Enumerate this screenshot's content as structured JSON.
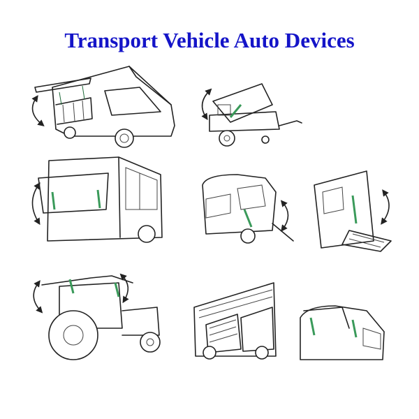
{
  "title": "Transport Vehicle Auto Devices",
  "colors": {
    "title": "#1414c8",
    "gas_spring": "#4caf6a",
    "line": "#222222",
    "background": "#ffffff"
  },
  "illustrations": [
    {
      "name": "food-truck-side-hatch"
    },
    {
      "name": "utility-trailer-tilt-lid"
    },
    {
      "name": "bus-rear-hatch"
    },
    {
      "name": "caravan-rear-window"
    },
    {
      "name": "vehicle-ramp-door"
    },
    {
      "name": "tractor-cab-roof-hatch"
    },
    {
      "name": "coach-luggage-door"
    },
    {
      "name": "suv-tailgate"
    }
  ]
}
